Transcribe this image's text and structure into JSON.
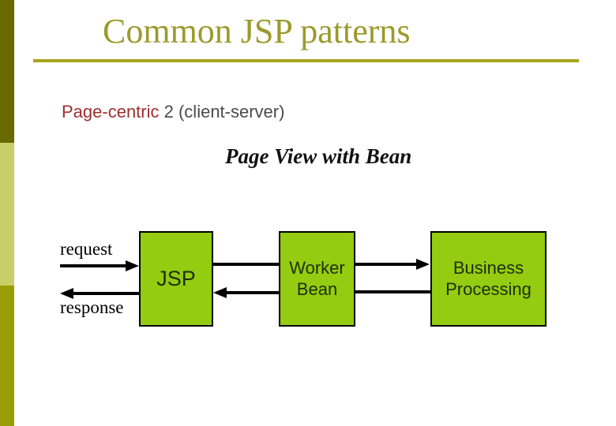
{
  "slide": {
    "title": "Common JSP patterns",
    "subtitle": {
      "highlight": "Page-centric",
      "rest": " 2 (client-server)"
    },
    "diagram_title": "Page View with Bean"
  },
  "diagram": {
    "labels": {
      "request": "request",
      "response": "response"
    },
    "boxes": [
      {
        "id": "jsp",
        "label": "JSP"
      },
      {
        "id": "worker-bean",
        "label": "Worker\nBean"
      },
      {
        "id": "business-processing",
        "label": "Business\nProcessing"
      }
    ],
    "connections": [
      {
        "from": "client",
        "to": "jsp",
        "label": "request",
        "arrowhead": "right"
      },
      {
        "from": "jsp",
        "to": "client",
        "label": "response",
        "arrowhead": "left"
      },
      {
        "from": "jsp",
        "to": "worker-bean",
        "arrowhead": "none"
      },
      {
        "from": "worker-bean",
        "to": "jsp",
        "arrowhead": "left"
      },
      {
        "from": "worker-bean",
        "to": "business-processing",
        "arrowhead": "right"
      },
      {
        "from": "business-processing",
        "to": "worker-bean",
        "arrowhead": "none"
      }
    ]
  },
  "colors": {
    "box_fill": "#94cc11",
    "box_border": "#000000",
    "box_text": "#1d2f05",
    "title_text": "#9c9a2c",
    "title_underline": "#a8a41f",
    "subtitle_highlight": "#9e2f2f",
    "subtitle_text": "#4a4a4a",
    "sidebar_top": "#686900",
    "sidebar_middle": "#c9ce68",
    "sidebar_bottom": "#9a9c04",
    "connector": "#000000"
  }
}
